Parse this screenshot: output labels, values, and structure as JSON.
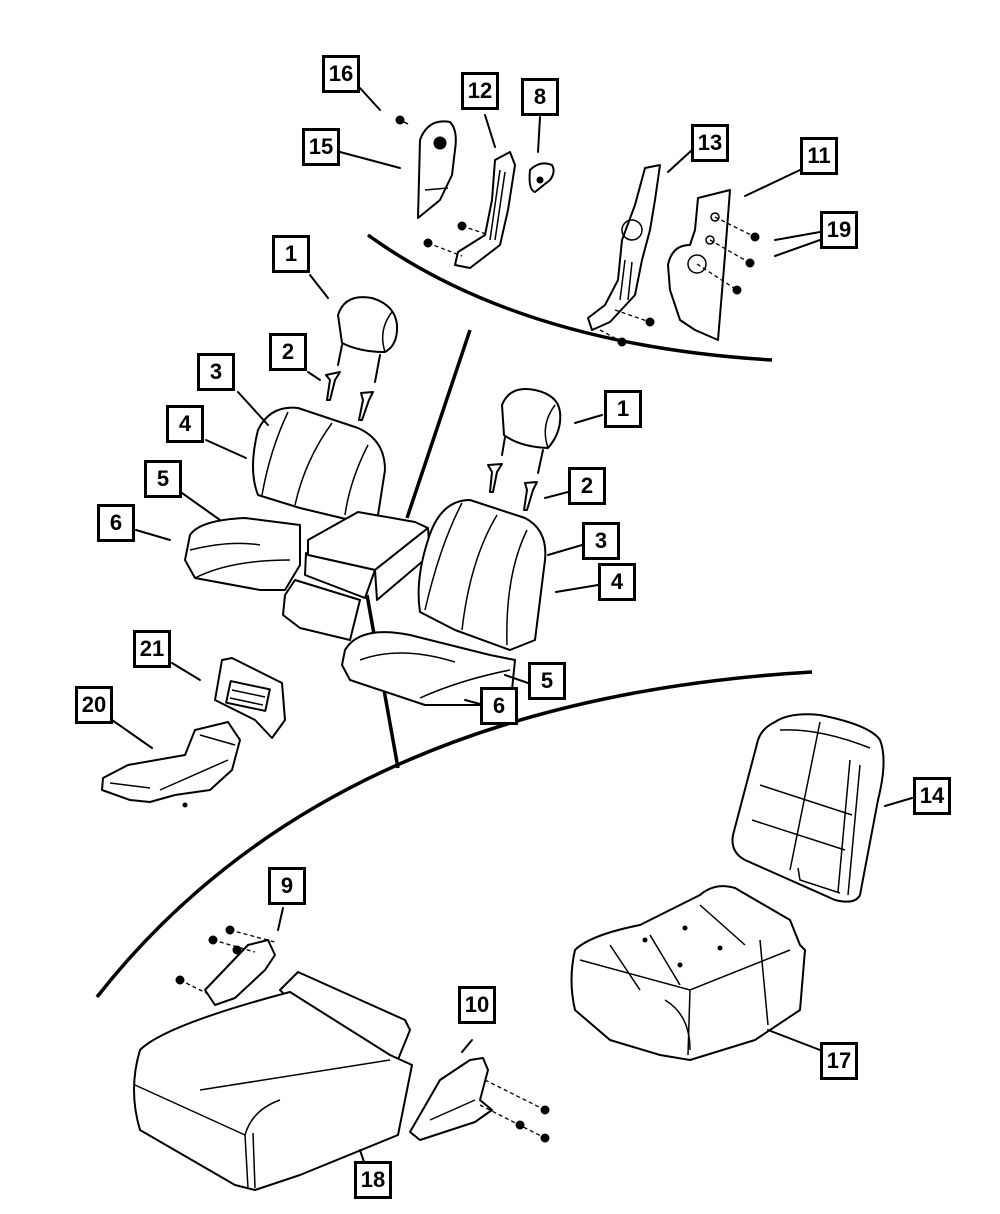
{
  "diagram": {
    "title": "Seat assembly exploded parts diagram",
    "callouts": [
      {
        "id": "c16",
        "label": "16",
        "part": "screw"
      },
      {
        "id": "c15",
        "label": "15",
        "part": "bracket-cover"
      },
      {
        "id": "c12",
        "label": "12",
        "part": "seat-back-frame-bracket"
      },
      {
        "id": "c8",
        "label": "8",
        "part": "cap"
      },
      {
        "id": "c13",
        "label": "13",
        "part": "recliner-frame"
      },
      {
        "id": "c11",
        "label": "11",
        "part": "recliner-cover"
      },
      {
        "id": "c19",
        "label": "19",
        "part": "screws"
      },
      {
        "id": "c1a",
        "label": "1",
        "part": "headrest-left"
      },
      {
        "id": "c2a",
        "label": "2",
        "part": "headrest-guide-left"
      },
      {
        "id": "c3a",
        "label": "3",
        "part": "seat-back-cover-left"
      },
      {
        "id": "c4a",
        "label": "4",
        "part": "seat-back-cushion-left"
      },
      {
        "id": "c5a",
        "label": "5",
        "part": "seat-cushion-cover-left"
      },
      {
        "id": "c6a",
        "label": "6",
        "part": "seat-cushion-left"
      },
      {
        "id": "c1b",
        "label": "1",
        "part": "headrest-right"
      },
      {
        "id": "c2b",
        "label": "2",
        "part": "headrest-guide-right"
      },
      {
        "id": "c3b",
        "label": "3",
        "part": "seat-back-cover-right"
      },
      {
        "id": "c4b",
        "label": "4",
        "part": "seat-back-cushion-right"
      },
      {
        "id": "c5b",
        "label": "5",
        "part": "seat-cushion-cover-right"
      },
      {
        "id": "c6b",
        "label": "6",
        "part": "seat-cushion-right"
      },
      {
        "id": "c21",
        "label": "21",
        "part": "console-bezel"
      },
      {
        "id": "c20",
        "label": "20",
        "part": "console-duct"
      },
      {
        "id": "c14",
        "label": "14",
        "part": "center-seat-back-cover"
      },
      {
        "id": "c9",
        "label": "9",
        "part": "hinge-left"
      },
      {
        "id": "c10",
        "label": "10",
        "part": "hinge-right"
      },
      {
        "id": "c17",
        "label": "17",
        "part": "center-seat-cushion"
      },
      {
        "id": "c18",
        "label": "18",
        "part": "center-armrest-lid"
      }
    ]
  }
}
